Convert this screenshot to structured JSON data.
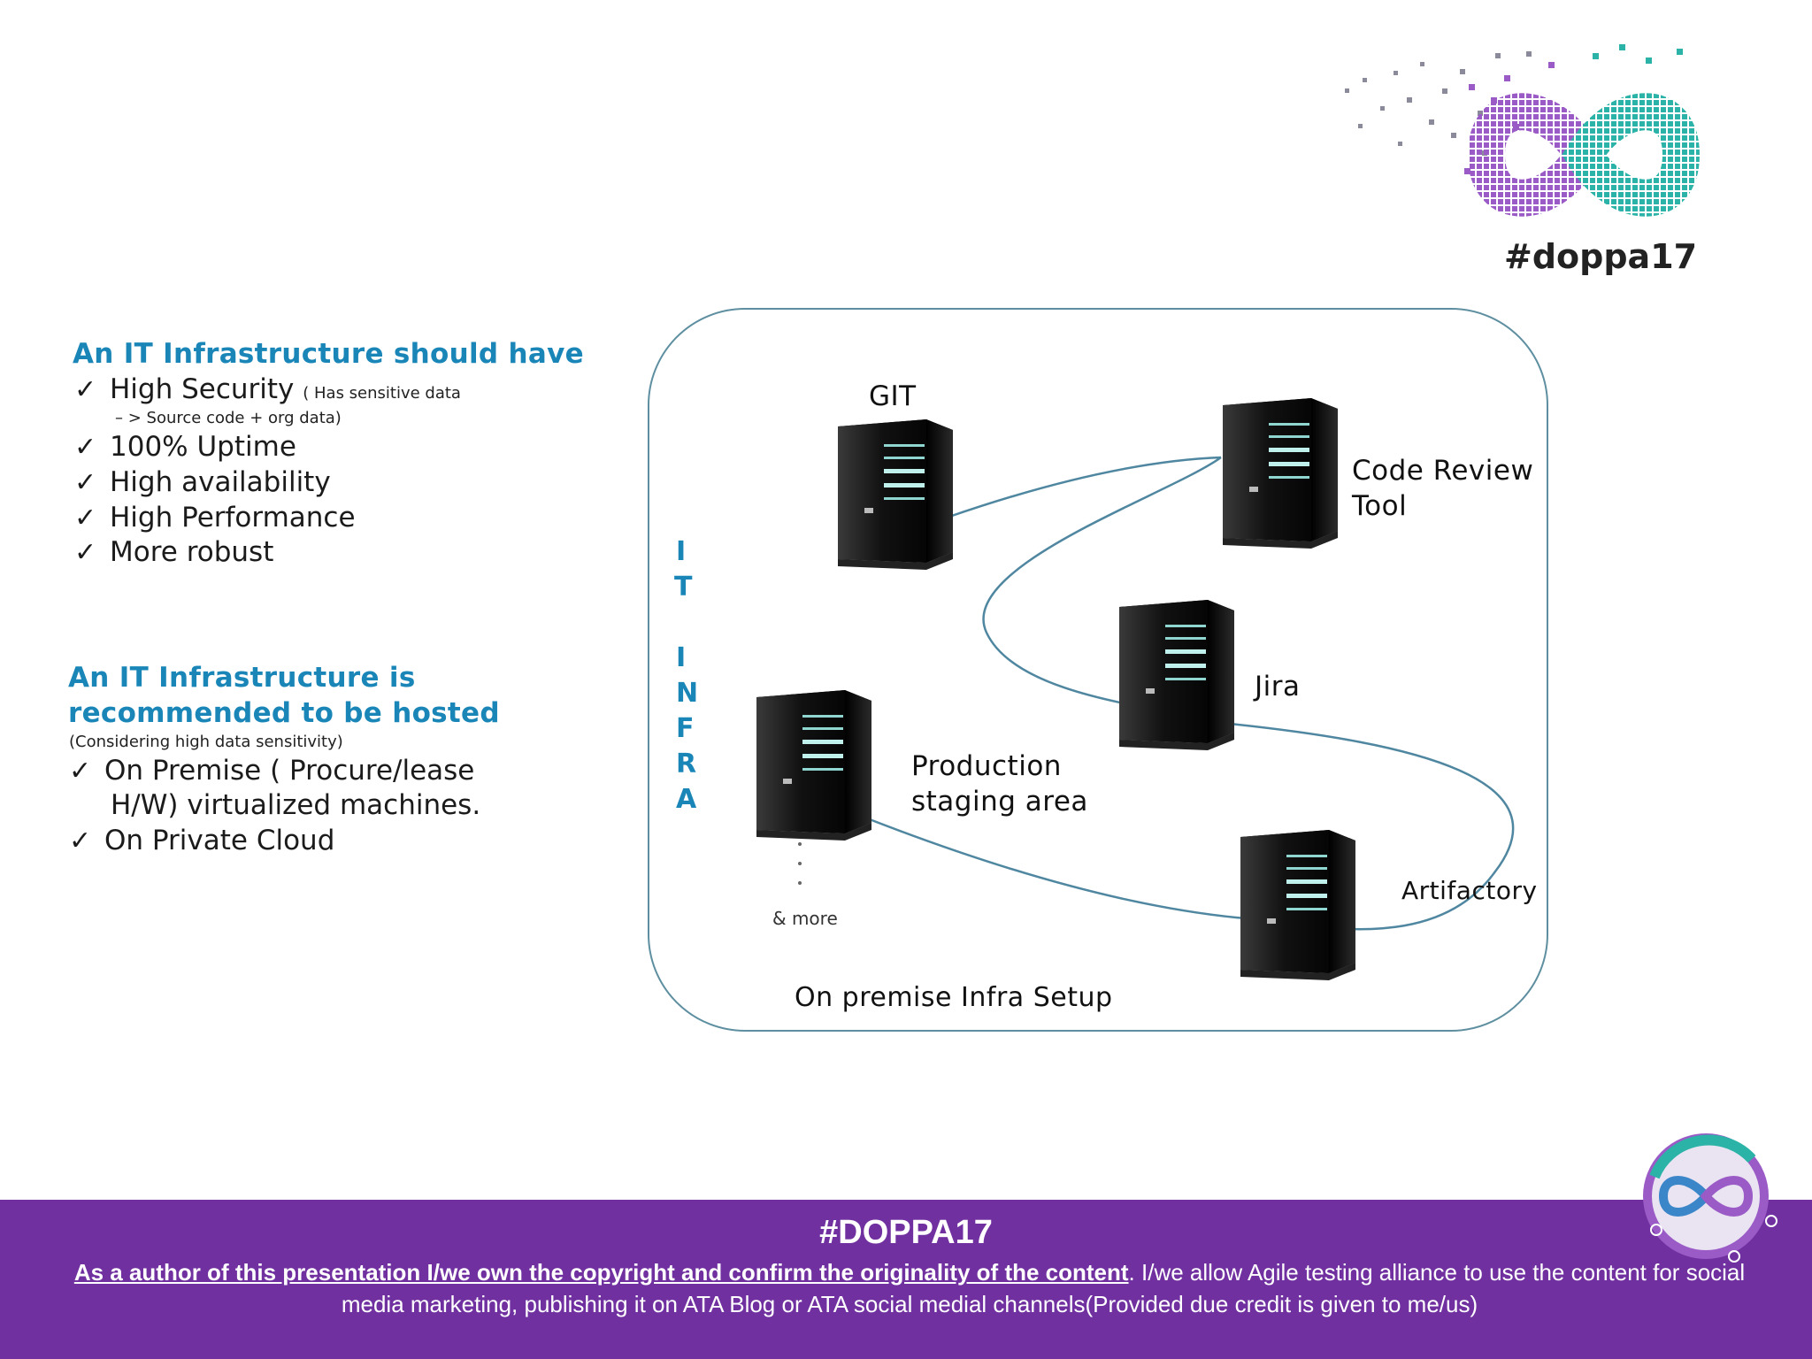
{
  "logo": {
    "hashtag": "#doppa17"
  },
  "left_panel": {
    "section1": {
      "heading": "An IT Infrastructure should have",
      "items": [
        {
          "main": "High Security",
          "note": "( Has sensitive data",
          "note2": "– > Source code + org data)"
        },
        {
          "main": "100% Uptime"
        },
        {
          "main": "High availability"
        },
        {
          "main": "High Performance"
        },
        {
          "main": "More robust"
        }
      ]
    },
    "section2": {
      "heading_line1": "An IT Infrastructure is",
      "heading_line2": "recommended to be hosted",
      "subnote": "(Considering high data sensitivity)",
      "items": [
        {
          "line1": "On Premise ( Procure/lease",
          "line2": "H/W) virtualized machines."
        },
        {
          "line1": "On Private Cloud"
        }
      ]
    }
  },
  "diagram": {
    "vertical_label": [
      "I",
      "T",
      "I",
      "N",
      "F",
      "R",
      "A"
    ],
    "servers": {
      "git": "GIT",
      "code_review_line1": "Code Review",
      "code_review_line2": "Tool",
      "jira": "Jira",
      "production_line1": "Production",
      "production_line2": "staging area",
      "artifactory": "Artifactory"
    },
    "more": "& more",
    "caption": "On premise Infra Setup"
  },
  "footer": {
    "title": "#DOPPA17",
    "underlined": "As a author of this presentation I/we own the copyright and confirm the originality of the content",
    "rest": ". I/we allow Agile testing alliance to use the content for social media marketing, publishing it on ATA Blog or ATA social medial channels(Provided due credit is given to me/us)"
  },
  "colors": {
    "footer_bg": "#7030a0",
    "heading_blue": "#1a86b8",
    "teal": "#2bb3a8",
    "purple": "#9a5bc6"
  }
}
